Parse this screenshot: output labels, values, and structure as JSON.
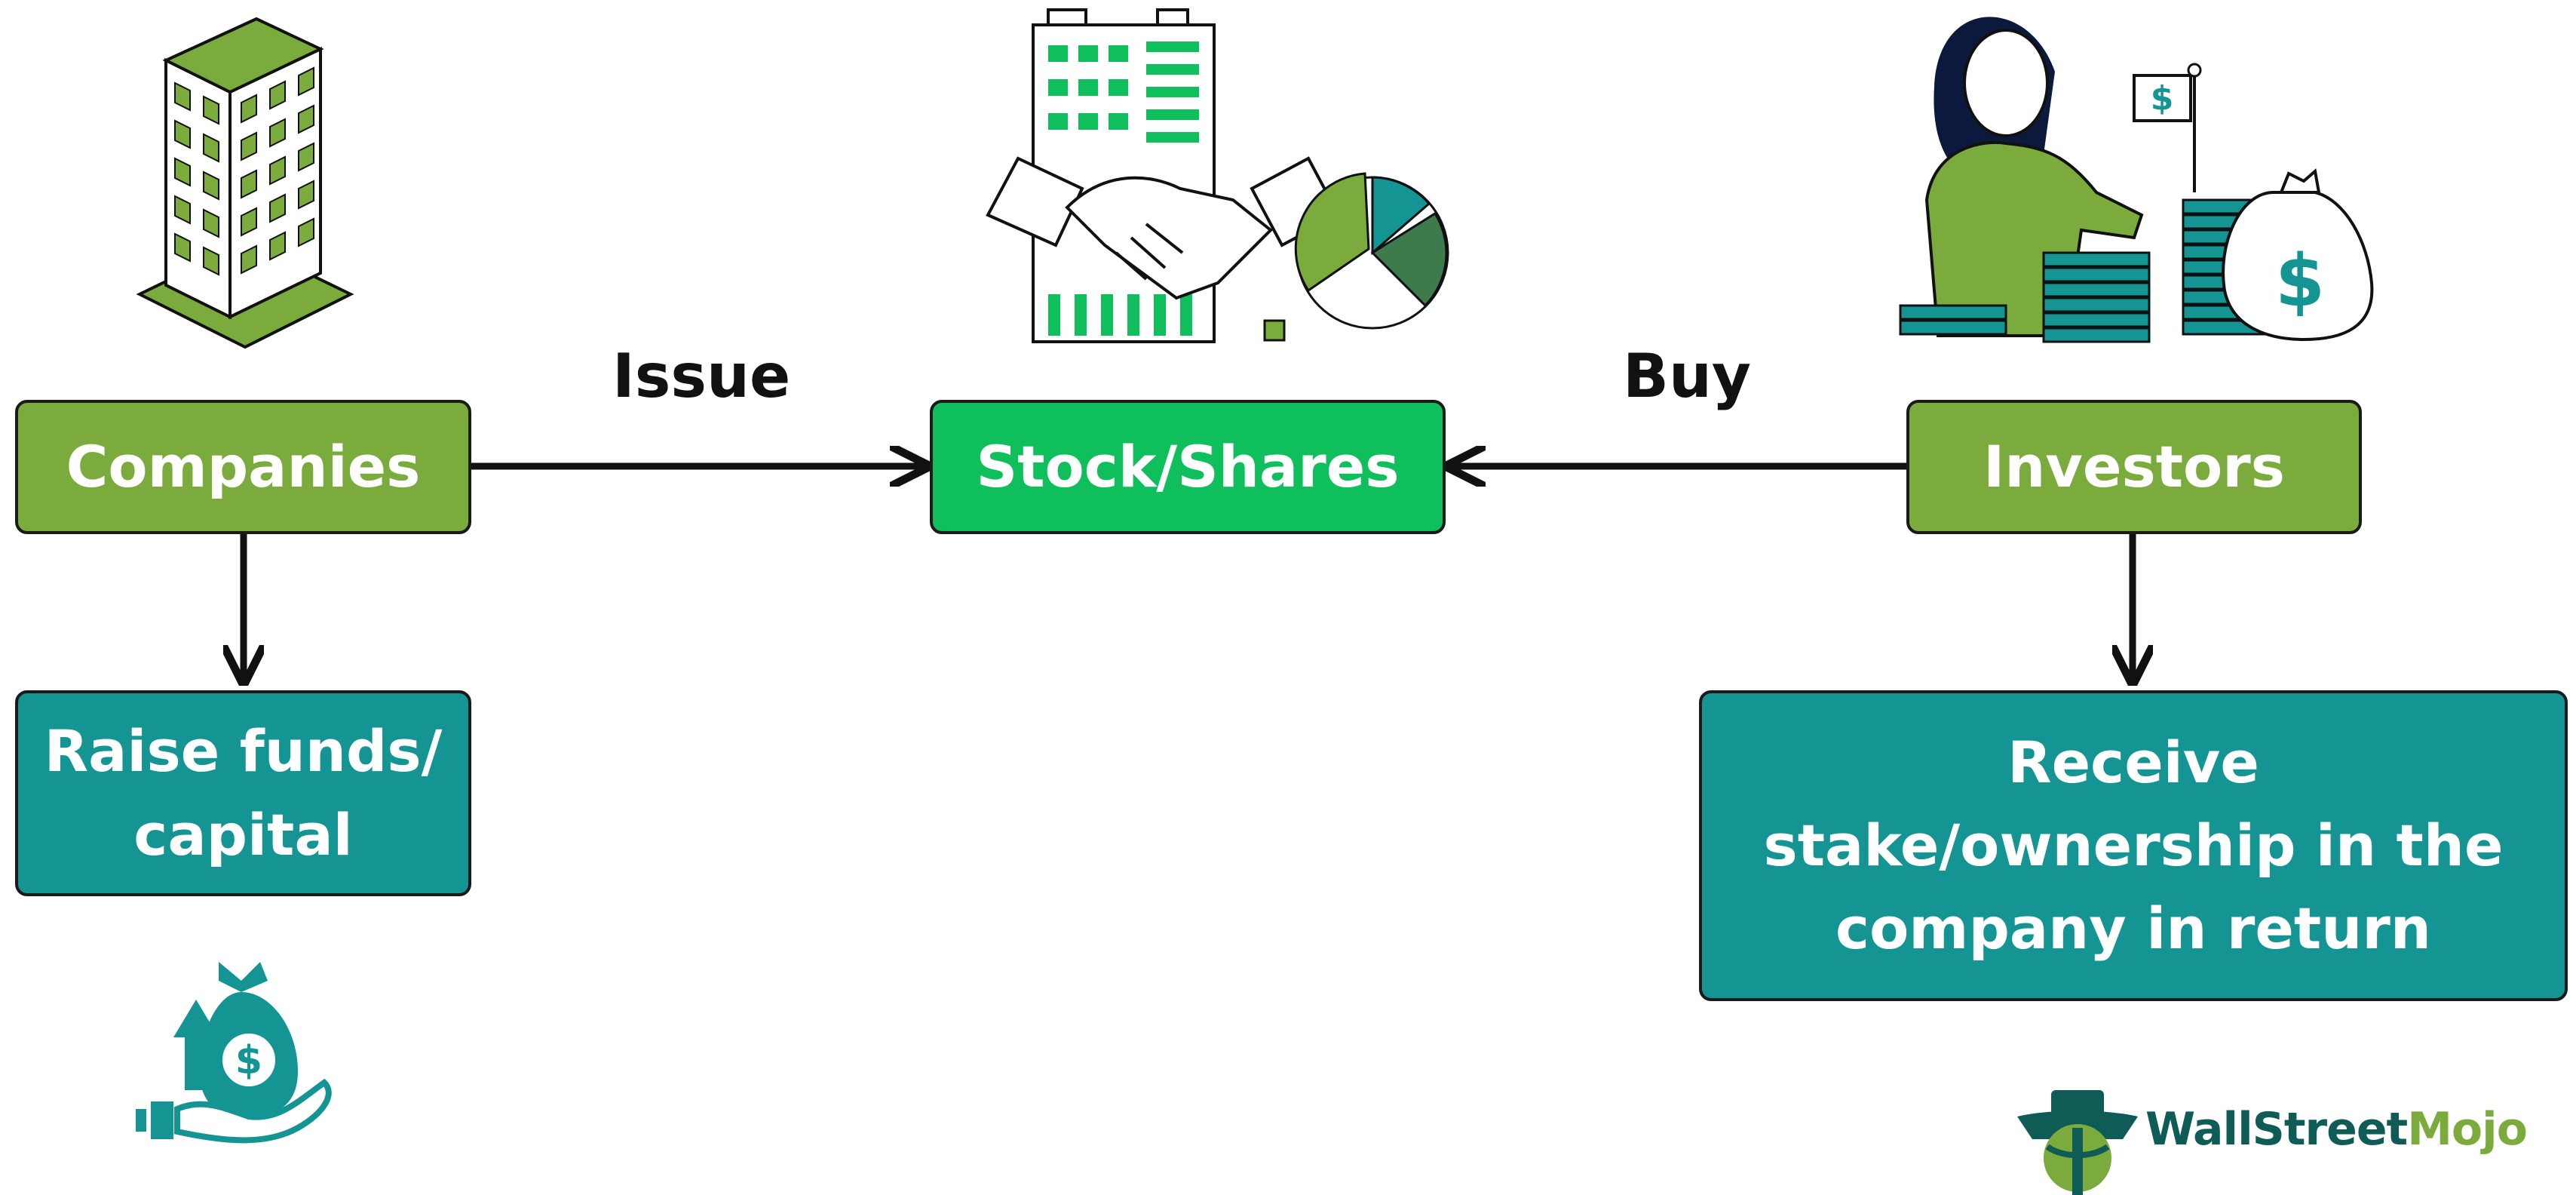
{
  "nodes": {
    "companies": "Companies",
    "stock_shares": "Stock/Shares",
    "investors": "Investors",
    "raise_funds": [
      "Raise funds/",
      "capital"
    ],
    "receive": [
      "Receive",
      "stake/ownership in the",
      "company in return"
    ]
  },
  "edges": {
    "issue_label": "Issue",
    "buy_label": "Buy"
  },
  "logo": {
    "text_primary": "WallStreet",
    "text_secondary": "Mojo"
  },
  "icons": [
    "office-building-icon",
    "handshake-stock-icon",
    "investor-woman-money-icon",
    "money-bag-hand-icon",
    "wallstreetmojo-logo-icon"
  ],
  "colors": {
    "companies": "#7aab3c",
    "stock_shares": "#0fbf5c",
    "investors": "#7aab3c",
    "outcome": "#159494",
    "logo_dark": "#0f5c57",
    "logo_accent": "#7aab3c"
  }
}
